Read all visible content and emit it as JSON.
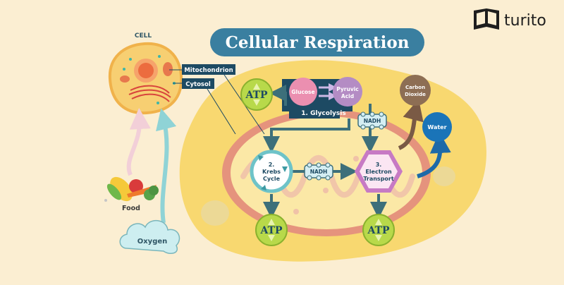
{
  "title": "Cellular Respiration",
  "brand": {
    "name": "turito",
    "icon": "open-book-icon"
  },
  "cell": {
    "heading": "CELL",
    "labels": {
      "mitochondrion": "Mitochondrion",
      "cytosol": "Cytosol"
    }
  },
  "inputs": {
    "food": "Food",
    "oxygen": "Oxygen"
  },
  "glycolysis": {
    "stage": "1. Glycolysis",
    "input": "Glucose",
    "output_line1": "Pyruvic",
    "output_line2": "Acid"
  },
  "krebs": {
    "line1": "2.",
    "line2": "Krebs",
    "line3": "Cycle"
  },
  "electron_transport": {
    "line1": "3.",
    "line2": "Electron",
    "line3": "Transport"
  },
  "carriers": {
    "nadh_top": "NADH",
    "nadh_middle": "NADH"
  },
  "atp": {
    "label": "ATP"
  },
  "outputs": {
    "co2_line1": "Carbon",
    "co2_line2": "Dioxide",
    "water": "Water"
  },
  "colors": {
    "background": "#fbeed2",
    "title_pill": "#3a7fa0",
    "dark_navy": "#1d4a63",
    "arrow_teal": "#3d6f7a",
    "atp_green": "#b8d94a",
    "glucose_pink": "#eb8fb0",
    "pyruvic_purple": "#b48cc4",
    "electron_purple": "#c77ac4",
    "water_blue": "#1a74b8",
    "co2_brown": "#8d6e54"
  }
}
